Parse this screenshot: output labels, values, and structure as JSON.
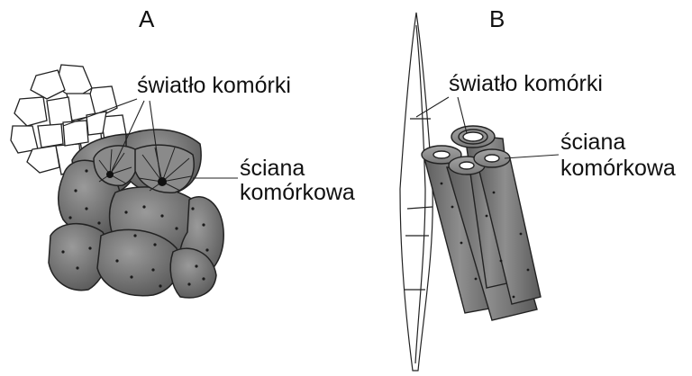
{
  "panels": {
    "a": {
      "letter": "A",
      "lumen_label": "światło komórki",
      "wall_label_line1": "ściana",
      "wall_label_line2": "komórkowa"
    },
    "b": {
      "letter": "B",
      "lumen_label": "światło komórki",
      "wall_label_line1": "ściana",
      "wall_label_line2": "komórkowa"
    }
  },
  "colors": {
    "cell_fill": "#7d7d7d",
    "cell_shadow": "#555555",
    "outline": "#222222",
    "background": "#ffffff"
  }
}
